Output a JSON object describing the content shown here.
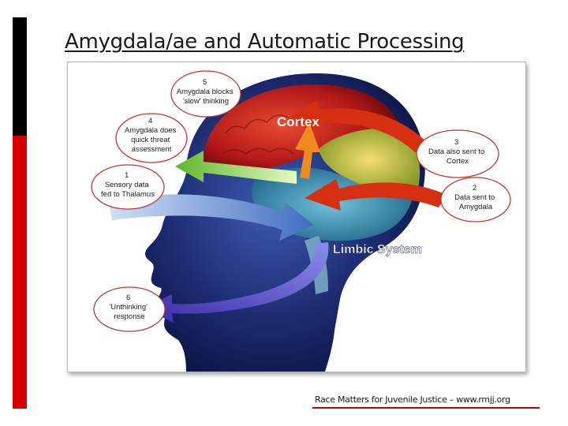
{
  "slide": {
    "title": "Amygdala/ae and Automatic Processing",
    "footer": "Race Matters for Juvenile Justice – www.rmjj.org"
  },
  "diagram": {
    "region_labels": {
      "cortex": "Cortex",
      "limbic": "Limbic System"
    },
    "steps": [
      {
        "number": "1",
        "lines": [
          "Sensory data",
          "fed to Thalamus"
        ]
      },
      {
        "number": "2",
        "lines": [
          "Data sent to",
          "Amygdala"
        ]
      },
      {
        "number": "3",
        "lines": [
          "Data also sent to",
          "Cortex"
        ]
      },
      {
        "number": "4",
        "lines": [
          "Amygdala does",
          "quick threat",
          "assessment"
        ]
      },
      {
        "number": "5",
        "lines": [
          "Amygdala blocks",
          "'slow' thinking"
        ]
      },
      {
        "number": "6",
        "lines": [
          "'Unthinking'",
          "response"
        ]
      }
    ],
    "colors": {
      "head": "#1c2a6e",
      "cortex": "#c82020",
      "limbic": "#3aa0b8",
      "arrow_red": "#d63012",
      "arrow_green": "#6cc23a",
      "arrow_orange": "#f08a1e",
      "arrow_blue": "#4a78c8",
      "arrow_purple": "#5a3ec0",
      "bubble_stroke": "#c0392b"
    }
  }
}
